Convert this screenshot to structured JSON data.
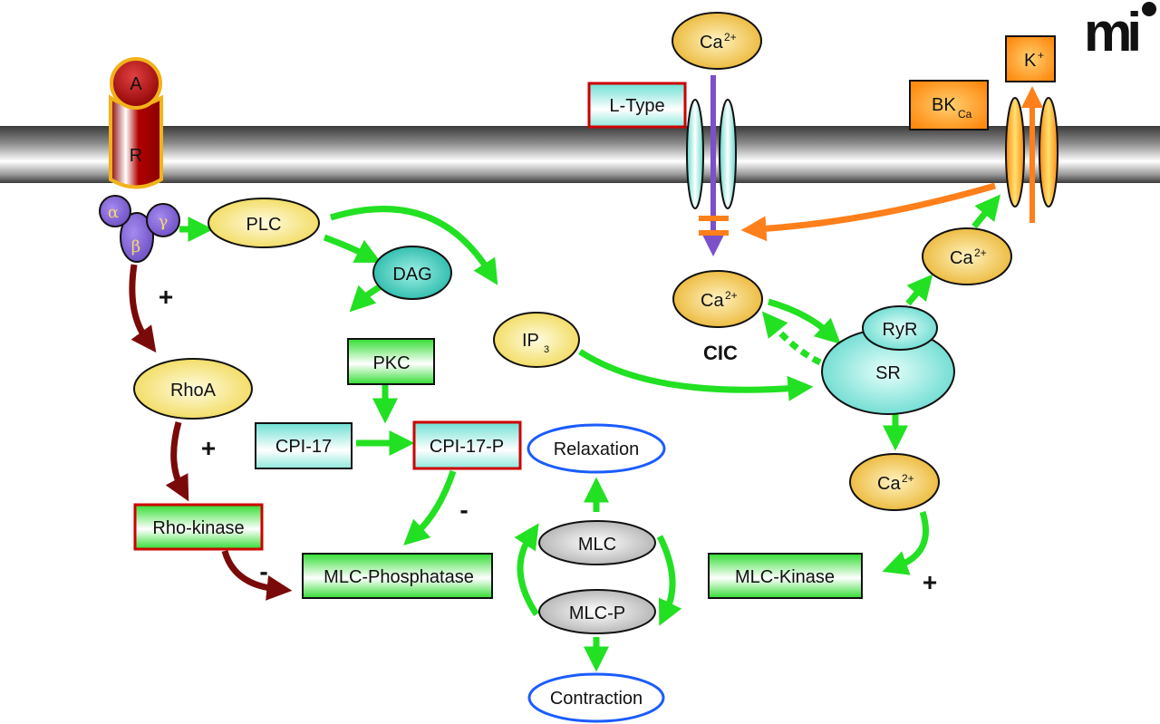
{
  "diagram": {
    "title": "",
    "logo_text": "mi",
    "colors": {
      "activation_arrow": "#22e022",
      "rho_arrow": "#7a0a0a",
      "calcium_influx_arrow": "#7b50c8",
      "potassium_arrow": "#ff7f1a",
      "membrane": "#555555",
      "calcium_node": "#f2c23a",
      "yellow_node": "#f5e37a",
      "cyan_node": "#6ee0d4",
      "green_box": "#33dd33",
      "red_border": "#cc0000",
      "outcome_border": "#1a5cff",
      "receptor": "#a60a0a",
      "g_protein": "#7b5fd0"
    },
    "receptor": {
      "agonist": "A",
      "receptor": "R",
      "g_alpha": "α",
      "g_beta": "β",
      "g_gamma": "γ"
    },
    "nodes": {
      "plc": "PLC",
      "dag": "DAG",
      "ip3": "IP",
      "ip3_sub": "3",
      "pkc": "PKC",
      "rhoa": "RhoA",
      "rho_kinase": "Rho-kinase",
      "cpi17": "CPI-17",
      "cpi17p": "CPI-17-P",
      "mlc_phosphatase": "MLC-Phosphatase",
      "mlc": "MLC",
      "mlc_p": "MLC-P",
      "relaxation": "Relaxation",
      "contraction": "Contraction",
      "mlc_kinase": "MLC-Kinase",
      "sr": "SR",
      "ryr": "RyR",
      "cic": "CIC",
      "l_type": "L-Type",
      "bkca": "BK",
      "bkca_sub": "Ca",
      "k_ion": "K",
      "k_sup": "+",
      "ca_base": "Ca",
      "ca_sup": "2+"
    },
    "signs": {
      "g_to_rhoa": "+",
      "rhoa_to_rhokinase": "+",
      "rhokinase_to_phosphatase": "-",
      "cpi17p_to_phosphatase": "-",
      "ca_to_mlck": "+"
    }
  }
}
